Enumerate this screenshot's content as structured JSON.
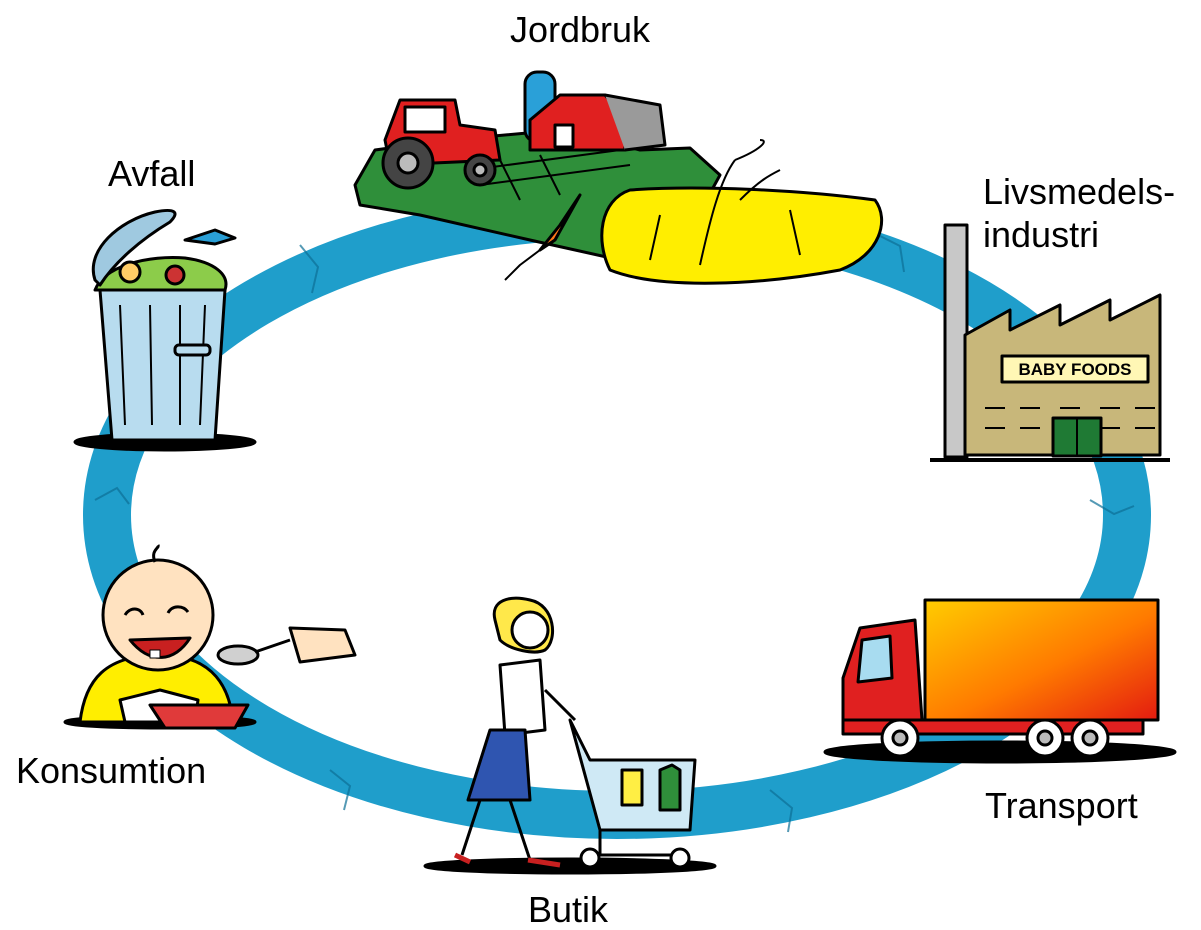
{
  "labels": {
    "agriculture": "Jordbruk",
    "industry_line1": "Livsmedels-",
    "industry_line2": "industri",
    "transport": "Transport",
    "store": "Butik",
    "consumption": "Konsumtion",
    "waste": "Avfall"
  },
  "factory_sign": "BABY FOODS",
  "colors": {
    "cycle_ring": "#1f9ecb",
    "field_green": "#2f8f3a",
    "tractor_red": "#e02020",
    "silo_blue": "#2aa0d8",
    "wheat_yellow": "#ffee00",
    "factory_wall": "#c8b77a",
    "door_green": "#1f7a34",
    "bin_blue": "#b8dcef",
    "skirt_blue": "#2f55b0"
  },
  "icons": [
    "farm-illustration",
    "factory-illustration",
    "truck-illustration",
    "shopper-illustration",
    "baby-illustration",
    "trash-bin-illustration"
  ]
}
